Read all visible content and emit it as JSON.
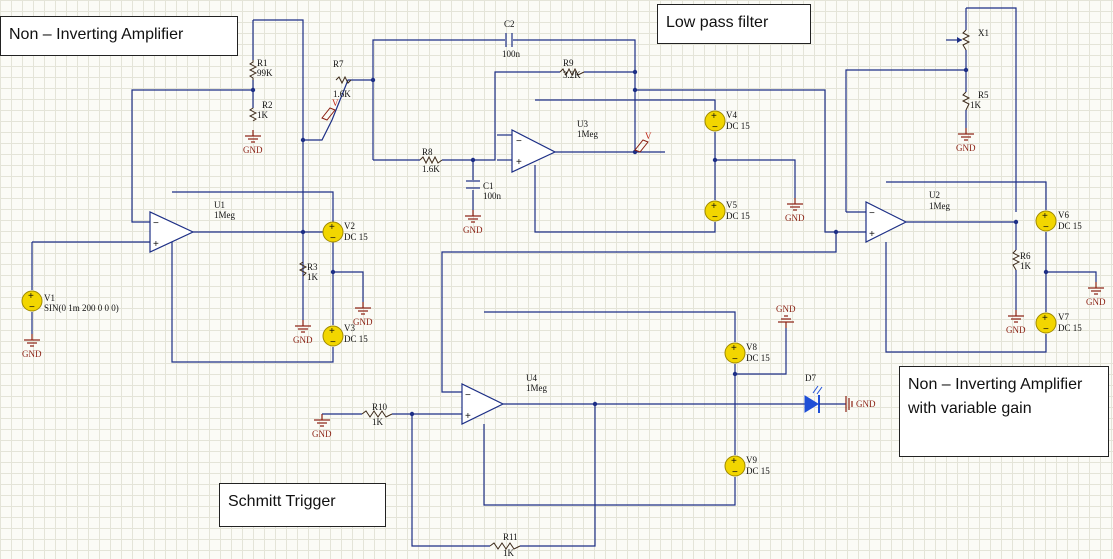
{
  "labels": {
    "non_inverting": "Non – Inverting Amplifier",
    "low_pass": "Low pass filter",
    "variable_gain": "Non – Inverting Amplifier with variable gain",
    "schmitt": "Schmitt Trigger"
  },
  "components": {
    "U1": {
      "name": "U1",
      "value": "1Meg"
    },
    "U2": {
      "name": "U2",
      "value": "1Meg"
    },
    "U3": {
      "name": "U3",
      "value": "1Meg"
    },
    "U4": {
      "name": "U4",
      "value": "1Meg"
    },
    "R1": {
      "name": "R1",
      "value": "99K"
    },
    "R2": {
      "name": "R2",
      "value": "1K"
    },
    "R3": {
      "name": "R3",
      "value": "1K"
    },
    "R5": {
      "name": "R5",
      "value": "1K"
    },
    "R6": {
      "name": "R6",
      "value": "1K"
    },
    "R7": {
      "name": "R7",
      "value": "1.6K"
    },
    "R8": {
      "name": "R8",
      "value": "1.6K"
    },
    "R9": {
      "name": "R9",
      "value": "3.2K"
    },
    "R10": {
      "name": "R10",
      "value": "1K"
    },
    "R11": {
      "name": "R11",
      "value": "1K"
    },
    "C1": {
      "name": "C1",
      "value": "100n"
    },
    "C2": {
      "name": "C2",
      "value": "100n"
    },
    "V1": {
      "name": "V1",
      "value": "SIN(0 1m 200 0 0 0)"
    },
    "V2": {
      "name": "V2",
      "value": "DC 15"
    },
    "V3": {
      "name": "V3",
      "value": "DC 15"
    },
    "V4": {
      "name": "V4",
      "value": "DC 15"
    },
    "V5": {
      "name": "V5",
      "value": "DC 15"
    },
    "V6": {
      "name": "V6",
      "value": "DC 15"
    },
    "V7": {
      "name": "V7",
      "value": "DC 15"
    },
    "V8": {
      "name": "V8",
      "value": "DC 15"
    },
    "V9": {
      "name": "V9",
      "value": "DC 15"
    },
    "X1": {
      "name": "X1"
    },
    "D7": {
      "name": "D7"
    }
  },
  "gnd": "GND",
  "probe": "V",
  "colors": {
    "wire": "#1d2f86",
    "ground": "#8a1f11",
    "source": "#f2d600",
    "led": "#1f4fd6"
  }
}
